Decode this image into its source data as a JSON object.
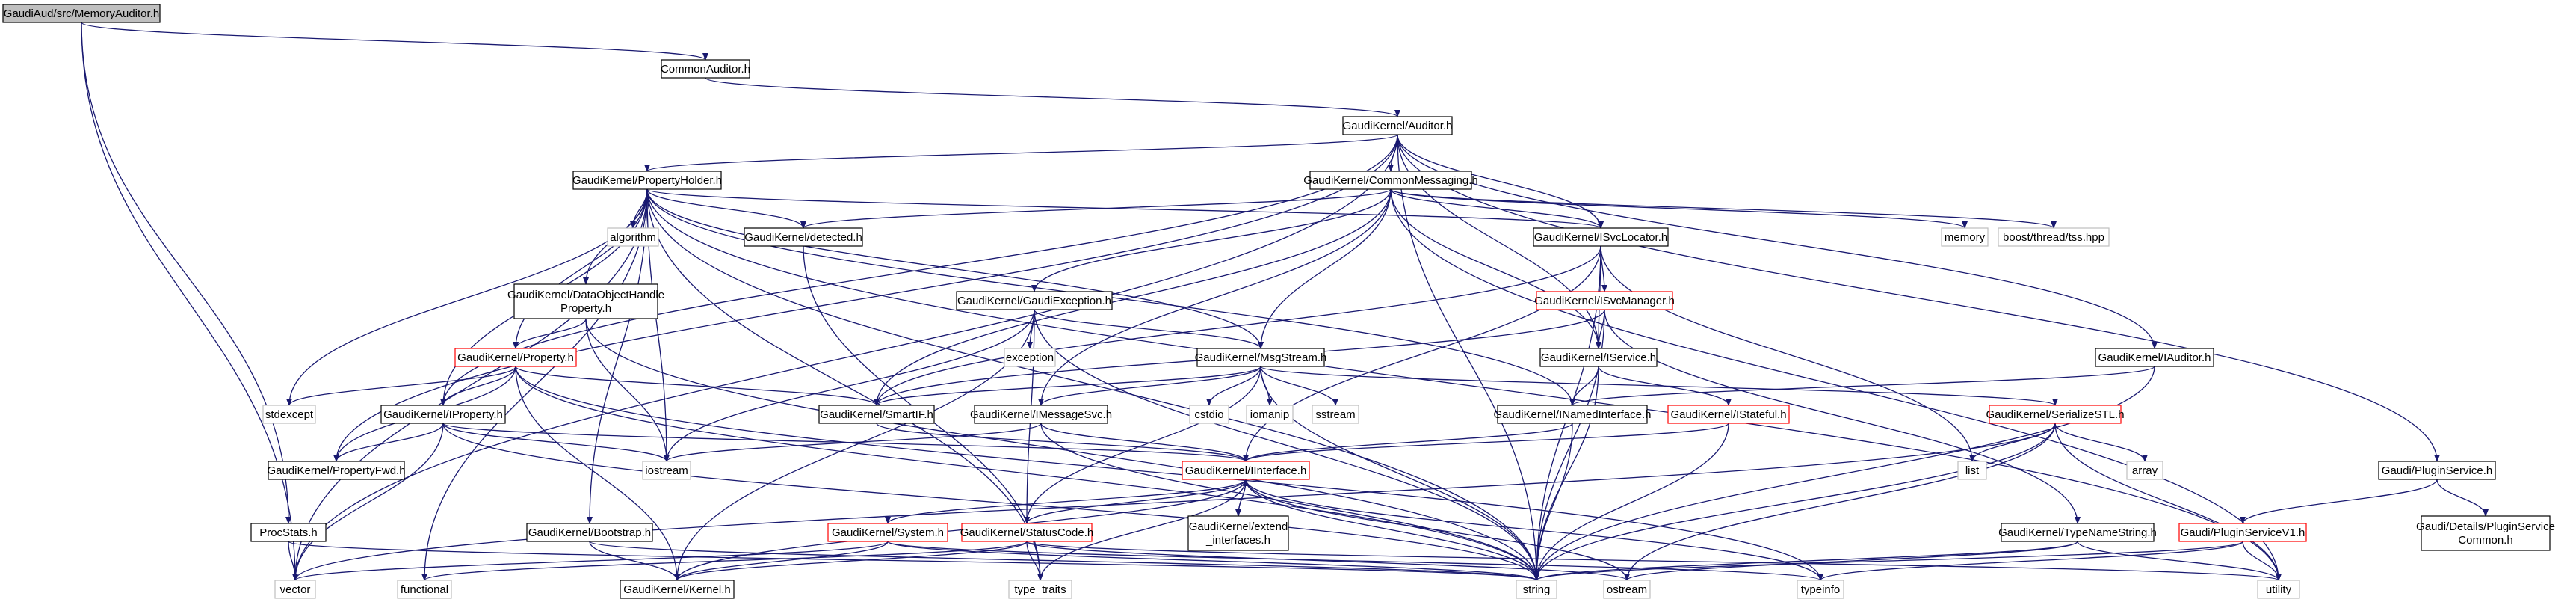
{
  "colors": {
    "edge": "#191970",
    "normal_border": "#000000",
    "red_border": "#ff0000",
    "system_border": "#bfbfbf",
    "root_fill": "#bfbfbf",
    "text": "#000000"
  },
  "nodes": [
    {
      "id": "root",
      "label": "GaudiAud/src/MemoryAuditor.h",
      "kind": "root"
    },
    {
      "id": "commonauditor",
      "label": "CommonAuditor.h",
      "kind": "normal"
    },
    {
      "id": "auditor",
      "label": "GaudiKernel/Auditor.h",
      "kind": "normal"
    },
    {
      "id": "propertyholder",
      "label": "GaudiKernel/PropertyHolder.h",
      "kind": "normal"
    },
    {
      "id": "commonmessaging",
      "label": "GaudiKernel/CommonMessaging.h",
      "kind": "normal"
    },
    {
      "id": "algorithm",
      "label": "algorithm",
      "kind": "system"
    },
    {
      "id": "detected",
      "label": "GaudiKernel/detected.h",
      "kind": "normal"
    },
    {
      "id": "isvclocator",
      "label": "GaudiKernel/ISvcLocator.h",
      "kind": "normal"
    },
    {
      "id": "memory",
      "label": "memory",
      "kind": "system"
    },
    {
      "id": "boostthread",
      "label": "boost/thread/tss.hpp",
      "kind": "system"
    },
    {
      "id": "dataobjecthandle",
      "label": [
        "GaudiKernel/DataObjectHandle",
        "Property.h"
      ],
      "kind": "normal"
    },
    {
      "id": "gaudiexception",
      "label": "GaudiKernel/GaudiException.h",
      "kind": "normal"
    },
    {
      "id": "exception",
      "label": "exception",
      "kind": "system"
    },
    {
      "id": "isvcmanager",
      "label": "GaudiKernel/ISvcManager.h",
      "kind": "red"
    },
    {
      "id": "iauditor",
      "label": "GaudiKernel/IAuditor.h",
      "kind": "normal"
    },
    {
      "id": "property",
      "label": "GaudiKernel/Property.h",
      "kind": "red"
    },
    {
      "id": "stdexcept",
      "label": "stdexcept",
      "kind": "system"
    },
    {
      "id": "iproperty",
      "label": "GaudiKernel/IProperty.h",
      "kind": "normal"
    },
    {
      "id": "smartif",
      "label": "GaudiKernel/SmartIF.h",
      "kind": "normal"
    },
    {
      "id": "msgstream",
      "label": "GaudiKernel/MsgStream.h",
      "kind": "normal"
    },
    {
      "id": "cstdio",
      "label": "cstdio",
      "kind": "system"
    },
    {
      "id": "iomanip",
      "label": "iomanip",
      "kind": "system"
    },
    {
      "id": "sstream",
      "label": "sstream",
      "kind": "system"
    },
    {
      "id": "iservice",
      "label": "GaudiKernel/IService.h",
      "kind": "normal"
    },
    {
      "id": "inamedinterface",
      "label": "GaudiKernel/INamedInterface.h",
      "kind": "normal"
    },
    {
      "id": "istateful",
      "label": "GaudiKernel/IStateful.h",
      "kind": "red"
    },
    {
      "id": "serializestl",
      "label": "GaudiKernel/SerializeSTL.h",
      "kind": "red"
    },
    {
      "id": "list",
      "label": "list",
      "kind": "system"
    },
    {
      "id": "array",
      "label": "array",
      "kind": "system"
    },
    {
      "id": "imessagesvc",
      "label": "GaudiKernel/IMessageSvc.h",
      "kind": "normal"
    },
    {
      "id": "propertyfwd",
      "label": "GaudiKernel/PropertyFwd.h",
      "kind": "normal"
    },
    {
      "id": "iostream",
      "label": "iostream",
      "kind": "system"
    },
    {
      "id": "iinterface",
      "label": "GaudiKernel/IInterface.h",
      "kind": "red"
    },
    {
      "id": "pluginservice",
      "label": "Gaudi/PluginService.h",
      "kind": "normal"
    },
    {
      "id": "pluginservicecommon",
      "label": [
        "Gaudi/Details/PluginService",
        "Common.h"
      ],
      "kind": "normal"
    },
    {
      "id": "procstats",
      "label": "ProcStats.h",
      "kind": "normal"
    },
    {
      "id": "bootstrap",
      "label": "GaudiKernel/Bootstrap.h",
      "kind": "normal"
    },
    {
      "id": "system",
      "label": "GaudiKernel/System.h",
      "kind": "red"
    },
    {
      "id": "statuscode",
      "label": "GaudiKernel/StatusCode.h",
      "kind": "red"
    },
    {
      "id": "extendinterfaces",
      "label": [
        "GaudiKernel/extend",
        "_interfaces.h"
      ],
      "kind": "normal"
    },
    {
      "id": "typenamestring",
      "label": "GaudiKernel/TypeNameString.h",
      "kind": "normal"
    },
    {
      "id": "pluginservicev1",
      "label": "Gaudi/PluginServiceV1.h",
      "kind": "red"
    },
    {
      "id": "vector",
      "label": "vector",
      "kind": "system"
    },
    {
      "id": "functional",
      "label": "functional",
      "kind": "system"
    },
    {
      "id": "kernel",
      "label": "GaudiKernel/Kernel.h",
      "kind": "normal"
    },
    {
      "id": "typetraits",
      "label": "type_traits",
      "kind": "system"
    },
    {
      "id": "string",
      "label": "string",
      "kind": "system"
    },
    {
      "id": "ostream",
      "label": "ostream",
      "kind": "system"
    },
    {
      "id": "typeinfo",
      "label": "typeinfo",
      "kind": "system"
    },
    {
      "id": "utility",
      "label": "utility",
      "kind": "system"
    }
  ],
  "edges": [
    [
      "root",
      "commonauditor"
    ],
    [
      "root",
      "procstats"
    ],
    [
      "root",
      "vector"
    ],
    [
      "commonauditor",
      "auditor"
    ],
    [
      "auditor",
      "propertyholder"
    ],
    [
      "auditor",
      "commonmessaging"
    ],
    [
      "auditor",
      "isvclocator"
    ],
    [
      "auditor",
      "iservice"
    ],
    [
      "auditor",
      "iauditor"
    ],
    [
      "auditor",
      "pluginservice"
    ],
    [
      "auditor",
      "iproperty"
    ],
    [
      "auditor",
      "propertyfwd"
    ],
    [
      "auditor",
      "string"
    ],
    [
      "auditor",
      "vector"
    ],
    [
      "propertyholder",
      "algorithm"
    ],
    [
      "propertyholder",
      "detected"
    ],
    [
      "propertyholder",
      "isvclocator"
    ],
    [
      "propertyholder",
      "dataobjecthandle"
    ],
    [
      "propertyholder",
      "property"
    ],
    [
      "propertyholder",
      "stdexcept"
    ],
    [
      "propertyholder",
      "iproperty"
    ],
    [
      "propertyholder",
      "msgstream"
    ],
    [
      "propertyholder",
      "inamedinterface"
    ],
    [
      "propertyholder",
      "iostream"
    ],
    [
      "propertyholder",
      "string"
    ],
    [
      "propertyholder",
      "vector"
    ],
    [
      "propertyholder",
      "utility"
    ],
    [
      "propertyholder",
      "functional"
    ],
    [
      "propertyholder",
      "bootstrap"
    ],
    [
      "propertyholder",
      "typetraits"
    ],
    [
      "commonmessaging",
      "detected"
    ],
    [
      "commonmessaging",
      "isvclocator"
    ],
    [
      "commonmessaging",
      "memory"
    ],
    [
      "commonmessaging",
      "boostthread"
    ],
    [
      "commonmessaging",
      "gaudiexception"
    ],
    [
      "commonmessaging",
      "msgstream"
    ],
    [
      "commonmessaging",
      "iservice"
    ],
    [
      "commonmessaging",
      "smartif"
    ],
    [
      "commonmessaging",
      "imessagesvc"
    ],
    [
      "commonmessaging",
      "utility"
    ],
    [
      "detected",
      "typetraits"
    ],
    [
      "isvclocator",
      "isvcmanager"
    ],
    [
      "isvclocator",
      "iservice"
    ],
    [
      "isvclocator",
      "smartif"
    ],
    [
      "isvclocator",
      "iinterface"
    ],
    [
      "isvclocator",
      "list"
    ],
    [
      "isvclocator",
      "string"
    ],
    [
      "dataobjecthandle",
      "property"
    ],
    [
      "dataobjecthandle",
      "iostream"
    ],
    [
      "dataobjecthandle",
      "string"
    ],
    [
      "gaudiexception",
      "exception"
    ],
    [
      "gaudiexception",
      "msgstream"
    ],
    [
      "gaudiexception",
      "iostream"
    ],
    [
      "gaudiexception",
      "statuscode"
    ],
    [
      "gaudiexception",
      "kernel"
    ],
    [
      "gaudiexception",
      "string"
    ],
    [
      "isvcmanager",
      "iservice"
    ],
    [
      "isvcmanager",
      "smartif"
    ],
    [
      "isvcmanager",
      "typenamestring"
    ],
    [
      "isvcmanager",
      "string"
    ],
    [
      "iauditor",
      "inamedinterface"
    ],
    [
      "iauditor",
      "string"
    ],
    [
      "property",
      "stdexcept"
    ],
    [
      "property",
      "iproperty"
    ],
    [
      "property",
      "smartif"
    ],
    [
      "property",
      "propertyfwd"
    ],
    [
      "property",
      "kernel"
    ],
    [
      "property",
      "string"
    ],
    [
      "property",
      "typeinfo"
    ],
    [
      "iproperty",
      "propertyfwd"
    ],
    [
      "iproperty",
      "iinterface"
    ],
    [
      "iproperty",
      "iostream"
    ],
    [
      "iproperty",
      "string"
    ],
    [
      "iproperty",
      "vector"
    ],
    [
      "smartif",
      "iinterface"
    ],
    [
      "msgstream",
      "cstdio"
    ],
    [
      "msgstream",
      "iomanip"
    ],
    [
      "msgstream",
      "sstream"
    ],
    [
      "msgstream",
      "string"
    ],
    [
      "msgstream",
      "smartif"
    ],
    [
      "msgstream",
      "imessagesvc"
    ],
    [
      "msgstream",
      "serializestl"
    ],
    [
      "msgstream",
      "statuscode"
    ],
    [
      "iservice",
      "inamedinterface"
    ],
    [
      "iservice",
      "istateful"
    ],
    [
      "iservice",
      "string"
    ],
    [
      "inamedinterface",
      "iinterface"
    ],
    [
      "inamedinterface",
      "string"
    ],
    [
      "istateful",
      "iinterface"
    ],
    [
      "istateful",
      "string"
    ],
    [
      "serializestl",
      "list"
    ],
    [
      "serializestl",
      "array"
    ],
    [
      "serializestl",
      "string"
    ],
    [
      "serializestl",
      "utility"
    ],
    [
      "serializestl",
      "vector"
    ],
    [
      "serializestl",
      "ostream"
    ],
    [
      "imessagesvc",
      "iinterface"
    ],
    [
      "imessagesvc",
      "iostream"
    ],
    [
      "imessagesvc",
      "string"
    ],
    [
      "iinterface",
      "system"
    ],
    [
      "iinterface",
      "statuscode"
    ],
    [
      "iinterface",
      "extendinterfaces"
    ],
    [
      "iinterface",
      "kernel"
    ],
    [
      "iinterface",
      "typetraits"
    ],
    [
      "iinterface",
      "string"
    ],
    [
      "iinterface",
      "ostream"
    ],
    [
      "iinterface",
      "typeinfo"
    ],
    [
      "extendinterfaces",
      "iinterface"
    ],
    [
      "pluginservice",
      "pluginservicecommon"
    ],
    [
      "pluginservice",
      "pluginservicev1"
    ],
    [
      "procstats",
      "vector"
    ],
    [
      "procstats",
      "string"
    ],
    [
      "bootstrap",
      "kernel"
    ],
    [
      "bootstrap",
      "string"
    ],
    [
      "system",
      "kernel"
    ],
    [
      "system",
      "vector"
    ],
    [
      "system",
      "string"
    ],
    [
      "system",
      "typeinfo"
    ],
    [
      "statuscode",
      "kernel"
    ],
    [
      "statuscode",
      "functional"
    ],
    [
      "statuscode",
      "ostream"
    ],
    [
      "statuscode",
      "typetraits"
    ],
    [
      "statuscode",
      "utility"
    ],
    [
      "typenamestring",
      "string"
    ],
    [
      "typenamestring",
      "ostream"
    ],
    [
      "typenamestring",
      "utility"
    ],
    [
      "pluginservicev1",
      "string"
    ],
    [
      "pluginservicev1",
      "typeinfo"
    ],
    [
      "pluginservicev1",
      "utility"
    ]
  ]
}
